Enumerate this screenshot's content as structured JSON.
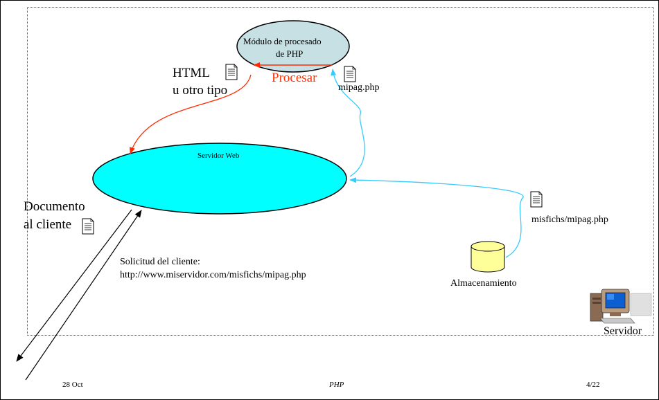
{
  "nodes": {
    "php_module": {
      "line1": "Módulo de procesado",
      "line2": "de PHP"
    },
    "web_server": {
      "label": "Servidor Web"
    },
    "storage": {
      "label": "Almacenamiento"
    },
    "server": {
      "label": "Servidor"
    }
  },
  "labels": {
    "html_line1": "HTML",
    "html_line2": "u otro tipo",
    "process": "Procesar",
    "mipag": "mipag.php",
    "misfichs": "misfichs/mipag.php",
    "doc_line1": "Documento",
    "doc_line2": "al cliente",
    "request_line1": "Solicitud del cliente:",
    "request_line2": "http://www.miservidor.com/misfichs/mipag.php"
  },
  "footer": {
    "date": "28 Oct",
    "title": "PHP",
    "page": "4/22"
  },
  "colors": {
    "module_fill": "#c6e0e4",
    "server_fill": "#00ffff",
    "storage_fill": "#ffff99",
    "process_arrow": "#ff2a00",
    "fetch_arrow": "#33ccff",
    "process_text": "#ff3300"
  },
  "icons": [
    "document-icon",
    "database-icon",
    "computer-icon"
  ]
}
